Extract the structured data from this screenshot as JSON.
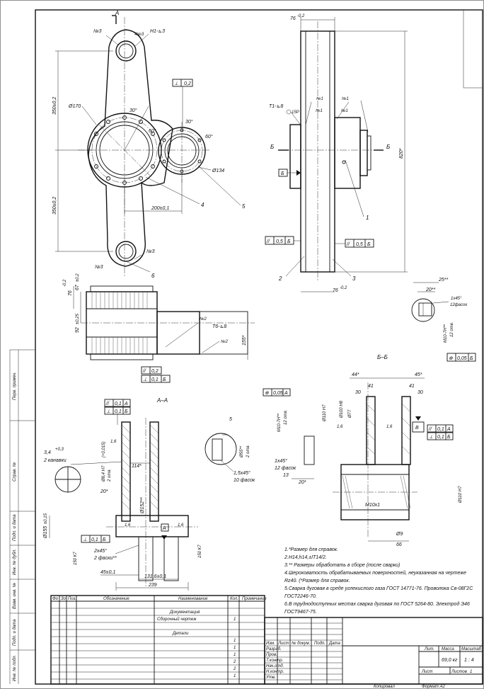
{
  "views": {
    "section_a": "A",
    "section_b": "Б",
    "section_aa": "A–A",
    "section_bb": "Б–Б",
    "base_b_box": "Б",
    "base_a_box": "A",
    "base_v_box": "В"
  },
  "dims": {
    "d170": "Ø170",
    "d134": "Ø134",
    "ang30a": "30°",
    "ang60a": "60°",
    "ang30b": "30°",
    "ang60b": "60°",
    "c200": "200±0,1",
    "c350top": "350±0,2",
    "c350bot": "350±0,2",
    "perp02": "0,2",
    "w76top": "76",
    "w76top_tol": "-0,2",
    "w76bot": "76",
    "w76bot_tol": "-0,2",
    "h820": "820*",
    "par05a": "0,5",
    "par05b": "0,5",
    "refB1": "Б",
    "refB2": "Б",
    "weld_t1": "Т1-⊾8",
    "weld_h1": "Н1-⊾3",
    "weld_rest": "15Р",
    "n3a": "№3",
    "n3b": "№3",
    "n3c": "№3",
    "n3d": "№3",
    "n1a": "№1",
    "n1b": "№1",
    "n1c": "№1",
    "n1d": "№1",
    "n2a": "№2",
    "n2b": "№2",
    "weld_t6": "Т6-⊾8",
    "d155": "155*",
    "d76": "76",
    "d76tol": "-0,2",
    "d67": "67",
    "d67tol": "±0,2",
    "d92": "92",
    "d92tol": "±0,25",
    "par02": "0,2",
    "perp01b": "0,1",
    "perp01b_ref": "Б",
    "d25": "25**",
    "d20": "20**",
    "chamfer1": "1х45°",
    "chamfer1_note": "12фасок",
    "m10": "М10-7Н**",
    "m10_note": "12 отв.",
    "pos005": "0,05",
    "pos005_ref": "Б",
    "aa_par01": "0,1",
    "aa_par01ref": "A",
    "aa_perp01": "0,1",
    "aa_perp01ref": "Б",
    "aa_groove": "3,4",
    "aa_groove_tol": "+0,3",
    "aa_groove_note": "2 канавки",
    "aa_d16": "1,6",
    "aa_d114": "114*",
    "aa_d8": "Ø8,4 Н7",
    "aa_d8tol": "(+0,015)",
    "aa_d8note": "2 отв.",
    "aa_d20": "20*",
    "aa_d152": "Ø152**",
    "aa_d155tol": "Ø155",
    "aa_d155tol2": "±0,15",
    "aa_perp01c": "0,1",
    "aa_perp01cref": "Б",
    "aa_chamfer": "2х45°",
    "aa_chamfer_note": "2 фаски**",
    "aa_45": "45±0,1",
    "aa_131": "131,6±0,1",
    "aa_239": "239",
    "aa_150k7": "150 К7",
    "aa_150k7b": "150 К7",
    "aa_16b": "1,6",
    "aa_16c": "1,6",
    "det_5": "5",
    "det_55": "Ø55**",
    "det_2otv": "2 отв.",
    "det_15": "1,5х45°",
    "det_10f": "10 фасок",
    "bb_pos005": "0,05",
    "bb_pos005ref": "A",
    "bb_m10": "М10-7Н**",
    "bb_m10n": "12 отв.",
    "bb_44": "44*",
    "bb_45": "45*",
    "bb_41a": "41",
    "bb_41b": "41",
    "bb_30a": "30",
    "bb_30b": "30",
    "bb_110h7": "Ø110 Н7",
    "bb_100h8": "Ø100 Н8",
    "bb_77": "Ø77",
    "bb_16a": "1,6",
    "bb_16b": "1,6",
    "bb_par01": "0,1",
    "bb_par01ref": "A",
    "bb_perp01": "0,1",
    "bb_perp01ref": "Б",
    "bb_ch": "1х45°",
    "bb_ch_n": "12 фасок",
    "bb_13": "13",
    "bb_20": "20*",
    "bb_m10x1": "М10х1",
    "bb_d9": "Ø9",
    "bb_66": "66",
    "bb_110h7b": "Ø110 Н7",
    "pos1": "1",
    "pos2": "2",
    "pos3": "3",
    "pos4": "4",
    "pos5": "5",
    "pos6": "6"
  },
  "notes": [
    "1.*Размер для справок.",
    "2.Н14,h14,±IT14/2.",
    "3.** Размеры обработать в сборе (после сварки)",
    "4.Шероховатость обрабатываемых поверхностей, неуказанная на чертеже",
    "Rz40. (*Размер для справок.",
    "5.Сварка дуговая в среде углекислого газа ГОСТ 14771-76. Проволока Св-08Г2С",
    "ГОСТ2246-70.",
    "6.В труднодоступных местах сварка дуговая по ГОСТ 5264-80. Электрод Э46",
    "ГОСТ9467-75."
  ],
  "spec": {
    "headers": [
      "Фо",
      "Зо",
      "Поз.",
      "Обозначение",
      "Наименование",
      "Кол.",
      "Примечание"
    ],
    "sec_doc": "Документация",
    "row_assembly": "Сборочный чертеж",
    "row_assembly_qty": "1",
    "sec_parts": "Детали",
    "parts_qty": [
      "1",
      "1",
      "1",
      "2",
      "2",
      "1"
    ]
  },
  "title_block": {
    "h_izm": "Изм.",
    "h_list": "Лист",
    "h_doc": "№ докум.",
    "h_sign": "Подп.",
    "h_date": "Дата",
    "r_razrab": "Разраб.",
    "r_prov": "Пров.",
    "r_tkontr": "Т.контр.",
    "r_nach": "Нач.отд.",
    "r_nkontr": "Н.контр.",
    "r_utv": "Утв.",
    "h_lit": "Лит.",
    "h_mass": "Масса",
    "h_scale": "Масштаб",
    "mass": "69,0 кг",
    "scale": "1 : 4",
    "sheet_lbl": "Лист",
    "sheets_lbl": "Листов",
    "sheets": "1",
    "copied": "Копировал",
    "format": "Формат A2"
  },
  "side_stamp": [
    "Перв. примен.",
    "Справ. №",
    "Подп. и дата",
    "Инв. № дубл.",
    "Взам. инв. №",
    "Подп. и дата",
    "Инв. № подл."
  ]
}
